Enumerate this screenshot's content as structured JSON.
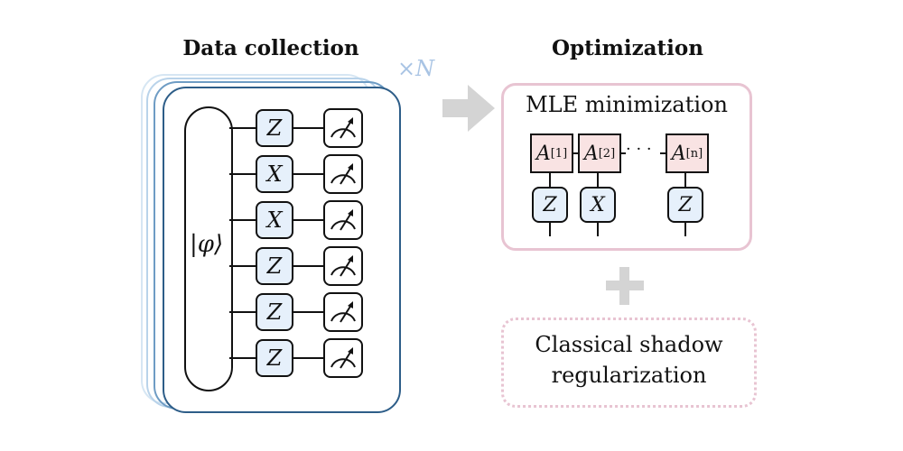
{
  "left_panel": {
    "title": "Data collection",
    "repeat_label": "×N",
    "state_label": "|φ⟩",
    "stack_colors": [
      "#d6e6f3",
      "#b9d3ea",
      "#6e9cc4",
      "#2d5d88"
    ],
    "rows": [
      {
        "gate": "Z",
        "measurement": "meter-icon"
      },
      {
        "gate": "X",
        "measurement": "meter-icon"
      },
      {
        "gate": "X",
        "measurement": "meter-icon"
      },
      {
        "gate": "Z",
        "measurement": "meter-icon"
      },
      {
        "gate": "Z",
        "measurement": "meter-icon"
      },
      {
        "gate": "Z",
        "measurement": "meter-icon"
      }
    ]
  },
  "arrow": {
    "icon": "right-arrow-icon",
    "color": "#d4d4d4"
  },
  "right_panel": {
    "title": "Optimization",
    "mle_box": {
      "label": "MLE minimization",
      "border_color": "#e8c4d2",
      "tensors": [
        {
          "base": "A",
          "index": "[1]",
          "gate": "Z"
        },
        {
          "base": "A",
          "index": "[2]",
          "gate": "X"
        },
        {
          "base": "A",
          "index": "[n]",
          "gate": "Z"
        }
      ],
      "ellipsis": "· · ·"
    },
    "plus_icon": "plus-icon",
    "regularization_box": {
      "line1": "Classical shadow",
      "line2": "regularization",
      "border_color": "#e8c4d2"
    }
  },
  "colors": {
    "gate_fill": "#e6f0fb",
    "tensor_fill": "#f9e3e3",
    "repeat_label": "#a9c4e4",
    "connector_gray": "#d4d4d4"
  }
}
